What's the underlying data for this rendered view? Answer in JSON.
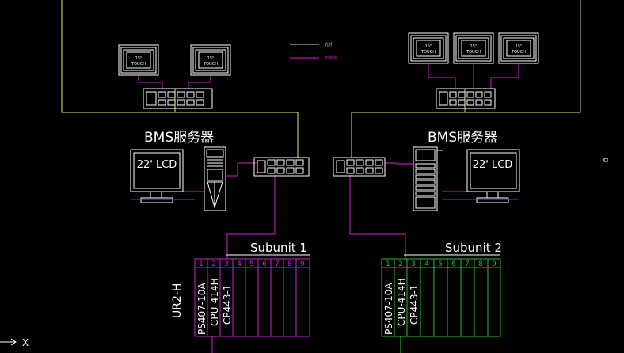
{
  "colors": {
    "background": "#000000",
    "yellow": "#e8e07a",
    "magenta": "#d21fd2",
    "white": "#ffffff",
    "green": "#26c226",
    "blue": "#4a4adf",
    "gray": "#9a9a9a"
  },
  "legend": {
    "yellow_label": "光纤",
    "magenta_label": "双绞线"
  },
  "monitors": {
    "small_label_line1": "15\"",
    "small_label_line2": "TOUCH",
    "lcd_label": "22' LCD"
  },
  "servers": {
    "left_label": "BMS服务器",
    "right_label": "BMS服务器"
  },
  "subunits": [
    {
      "title": "Subunit 1",
      "side_label": "UR2-H",
      "slot_numbers": [
        "1",
        "2",
        "3",
        "4",
        "5",
        "6",
        "7",
        "8",
        "9"
      ],
      "modules": [
        "PS407-10A",
        "CPU-414H",
        "CP443-1"
      ]
    },
    {
      "title": "Subunit 2",
      "side_label": "",
      "slot_numbers": [
        "1",
        "2",
        "3",
        "4",
        "5",
        "6",
        "7",
        "8",
        "9"
      ],
      "modules": [
        "PS407-10A",
        "CPU-414H",
        "CP443-1"
      ]
    }
  ],
  "axis": {
    "x_label": "X"
  }
}
